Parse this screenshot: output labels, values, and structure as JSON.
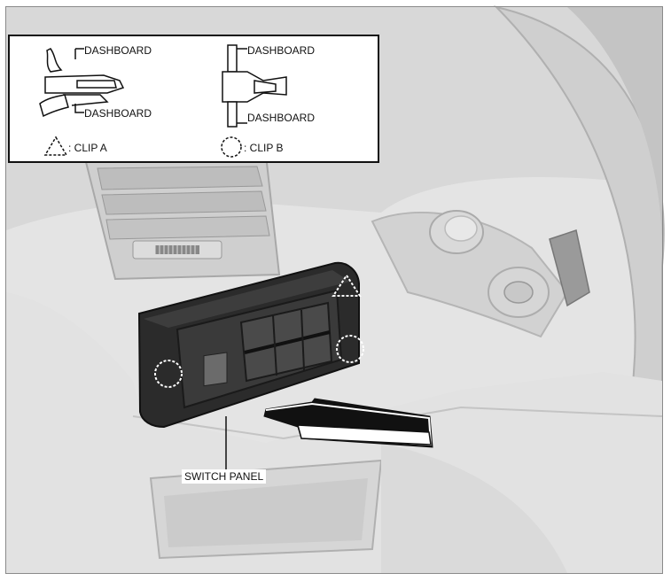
{
  "inset": {
    "clip_a_top_label": "DASHBOARD",
    "clip_a_bottom_label": "DASHBOARD",
    "clip_b_top_label": "DASHBOARD",
    "clip_b_bottom_label": "DASHBOARD",
    "legend_clip_a": ": CLIP A",
    "legend_clip_b": ": CLIP B"
  },
  "callouts": {
    "switch_panel": "SWITCH PANEL"
  },
  "colors": {
    "background": "#e6e6e6",
    "panel_dark": "#2b2b2b",
    "line": "#111111"
  }
}
